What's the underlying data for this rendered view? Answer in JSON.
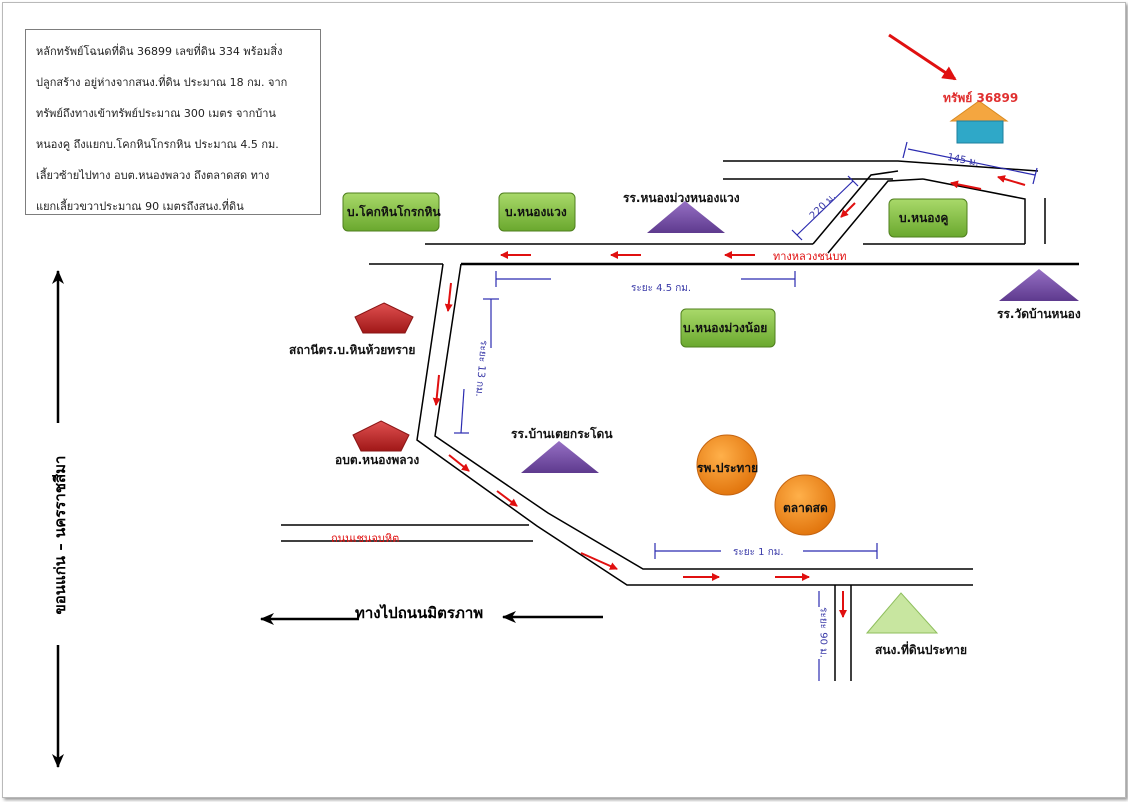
{
  "info_lines": [
    "หลักทรัพย์โฉนดที่ดิน 36899 เลขที่ดิน 334 พร้อมสิ่ง",
    "ปลูกสร้าง อยู่ห่างจากสนง.ที่ดิน ประมาณ 18 กม. จาก",
    "ทรัพย์ถึงทางเข้าทรัพย์ประมาณ 300 เมตร จากบ้าน",
    "หนองคู ถึงแยกบ.โคกหินโกรกหิน ประมาณ 4.5 กม.",
    "เลี้ยวซ้ายไปทาง อบต.หนองพลวง ถึงตลาดสด ทาง",
    "แยกเลี้ยวขวาประมาณ 90 เมตรถึงสนง.ที่ดิน"
  ],
  "labels": {
    "property": "ทรัพย์ 36899",
    "village_khok_hin": "บ.โคกหินโกรกหิน",
    "village_nong_waeng": "บ.หนองแวง",
    "village_nong_khu": "บ.หนองคู",
    "village_nong_muang_noi": "บ.หนองม่วงน้อย",
    "school_nong_muang": "รร.หนองม่วงหนองแวง",
    "school_wat_ban_nong": "รร.วัดบ้านหนอง",
    "school_ban_toei": "รร.บ้านเตยกระโดน",
    "police_station": "สถานีตร.บ.หินห้วยทราย",
    "tao_nong_phluang": "อบต.หนองพลวง",
    "hospital": "รพ.ประทาย",
    "market": "ตลาดสด",
    "land_office": "สนง.ที่ดินประทาย",
    "rural_road": "ทางหลวงชนบท",
    "road_bottom_left": "ถนนเชนจบหิต",
    "to_mittraphap": "ทางไปถนนมิตรภาพ",
    "khon_kaen_korat": "ขอนแก่น – นครราชสีมา",
    "dist_145": "145 ม.",
    "dist_220": "220 ม.",
    "dist_4_5": "ระยะ 4.5 กม.",
    "dist_13": "ระยะ 13 กม.",
    "dist_1": "ระยะ 1 กม.",
    "dist_90": "ระยะ 90 ม."
  },
  "colors": {
    "road": "#000000",
    "arrow_red": "#e01010",
    "dimension_blue": "#2b2bb0",
    "dimension_text": "#3a3aa8",
    "village_green": "#8cc63f",
    "school_purple": "#7b4fa8",
    "government_red": "#c0302e",
    "landmark_orange": "#f28c1e",
    "land_office_green": "#c8e6a0",
    "house_roof": "#f4a640",
    "house_body": "#2fa8c8",
    "property_label_red": "#e03030"
  },
  "icons": {
    "property": "house-icon",
    "village": "rounded-rectangle",
    "school": "triangle",
    "government": "pentagon",
    "landmark": "circle",
    "land_office": "triangle"
  }
}
